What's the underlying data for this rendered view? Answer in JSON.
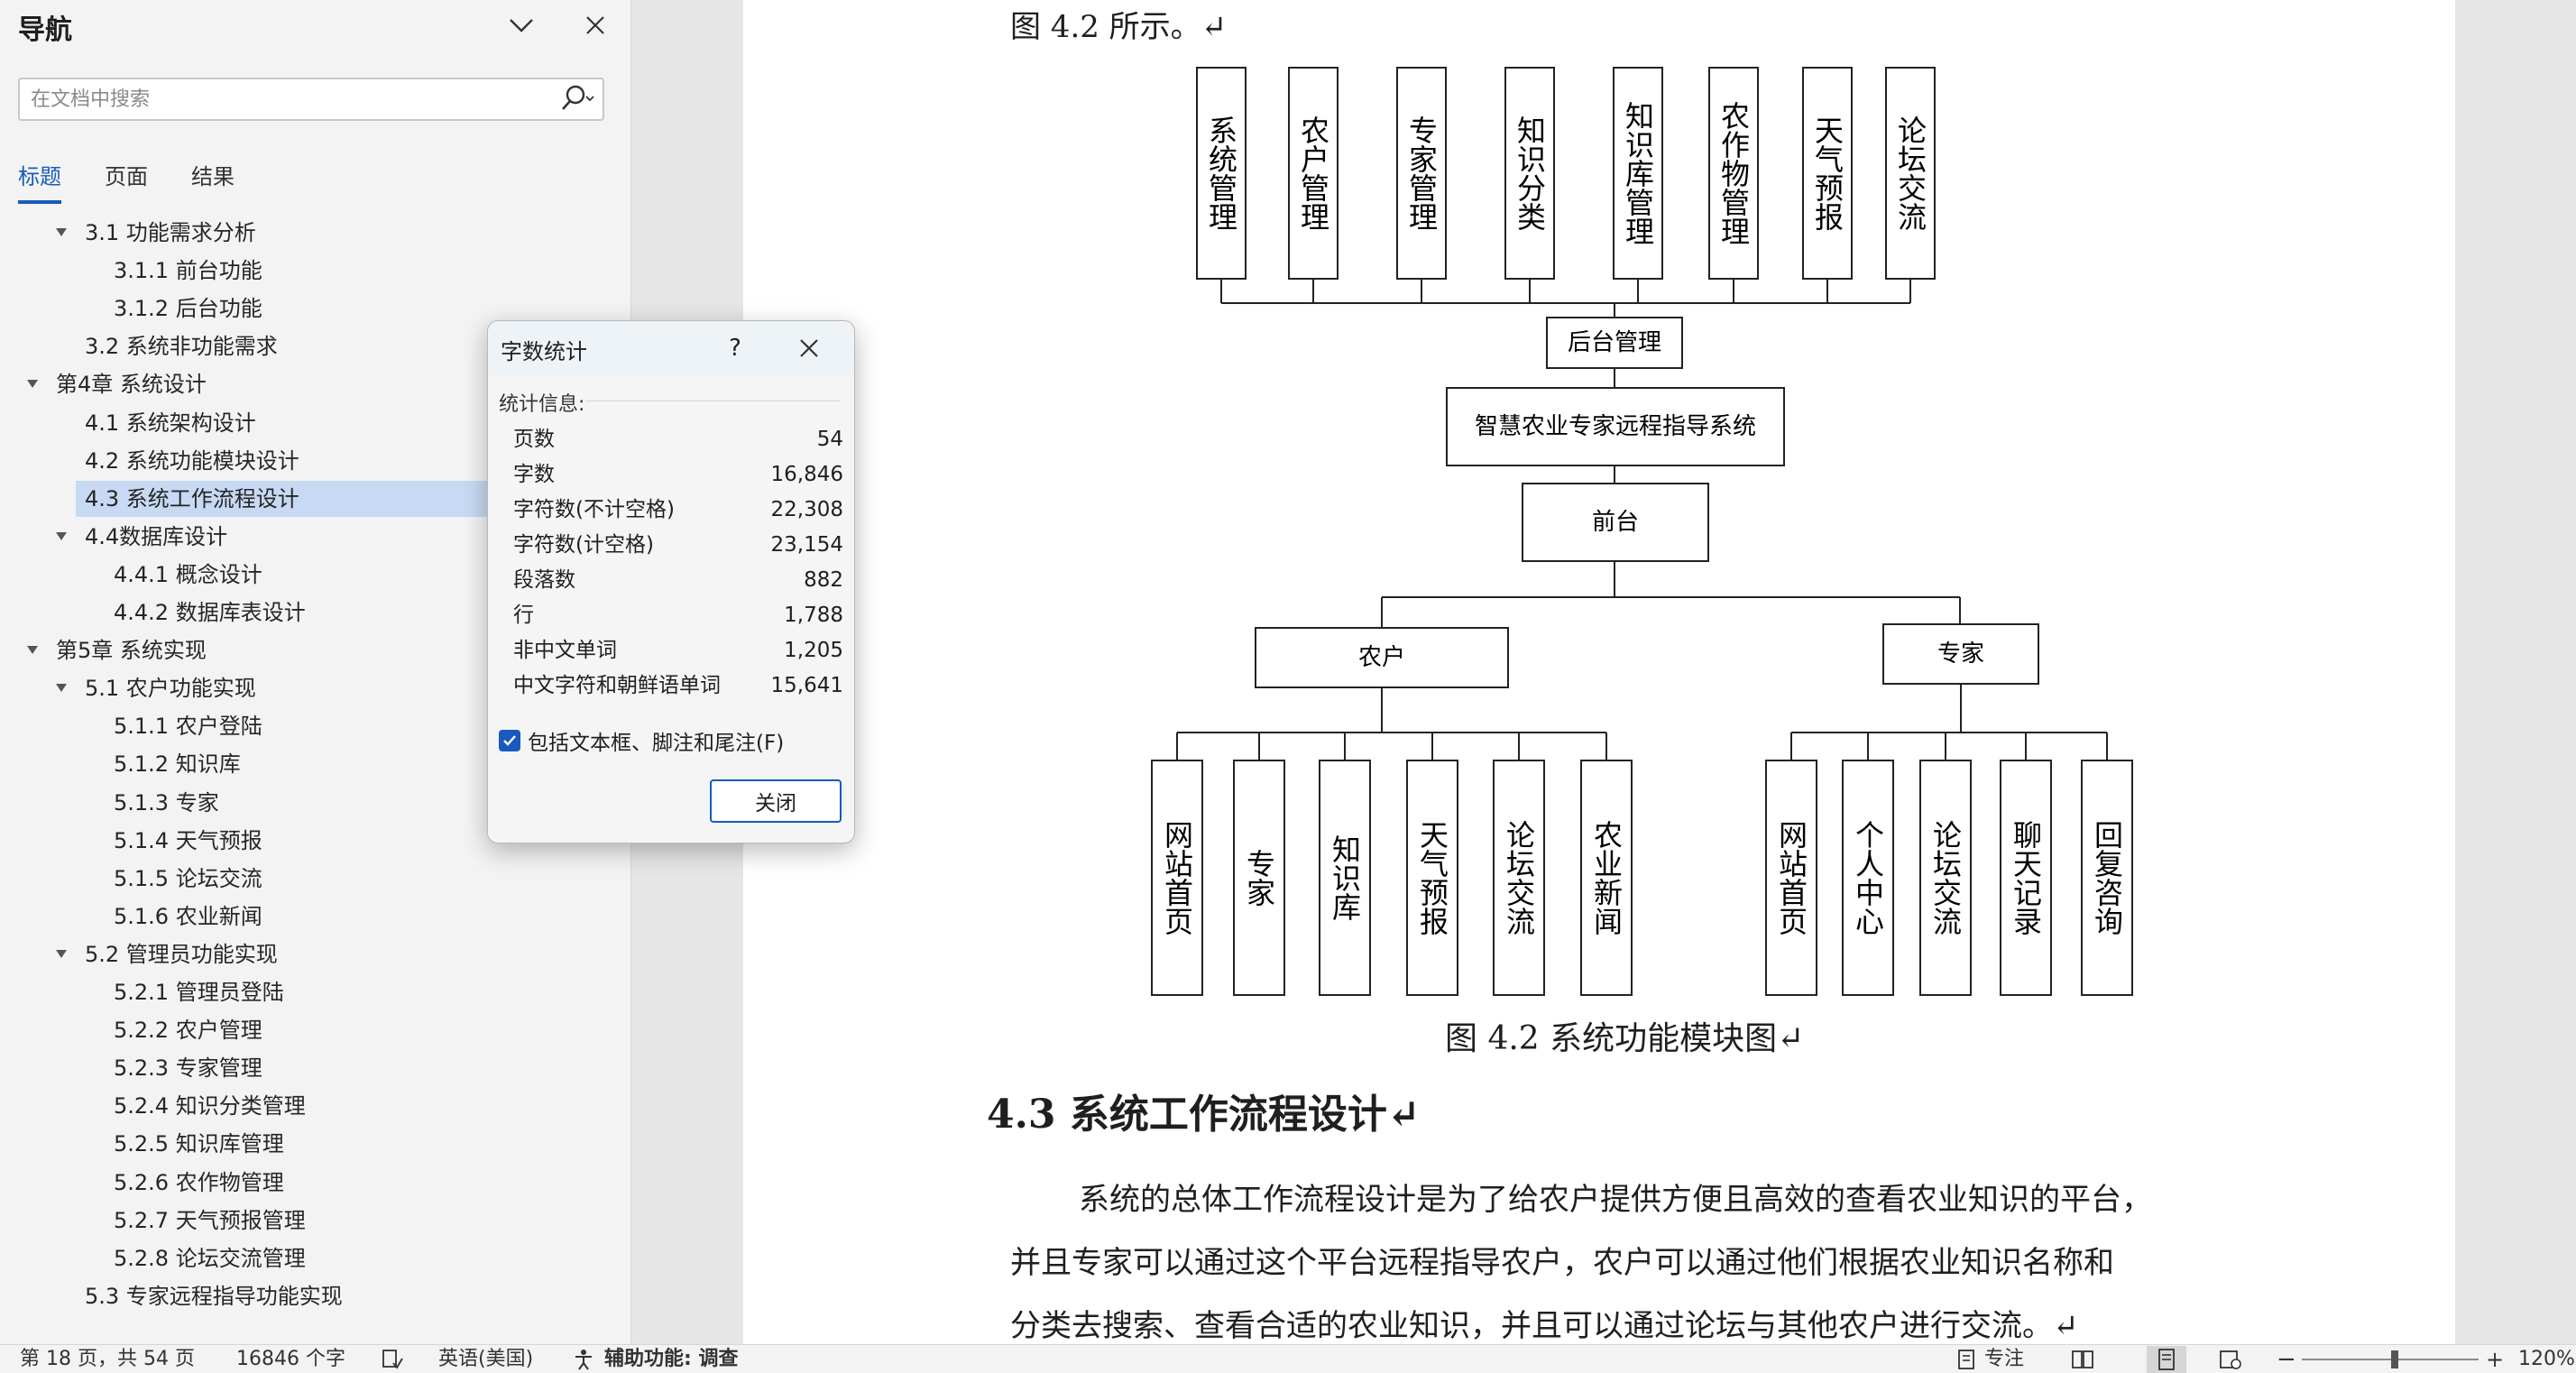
{
  "nav": {
    "title": "导航",
    "search_placeholder": "在文档中搜索",
    "tabs": [
      "标题",
      "页面",
      "结果"
    ],
    "items": [
      {
        "label": "3.1 功能需求分析"
      },
      {
        "label": "3.1.1 前台功能"
      },
      {
        "label": "3.1.2 后台功能"
      },
      {
        "label": "3.2 系统非功能需求"
      },
      {
        "label": "第4章 系统设计"
      },
      {
        "label": "4.1 系统架构设计"
      },
      {
        "label": "4.2 系统功能模块设计"
      },
      {
        "label": "4.3 系统工作流程设计"
      },
      {
        "label": "4.4数据库设计"
      },
      {
        "label": "4.4.1 概念设计"
      },
      {
        "label": "4.4.2 数据库表设计"
      },
      {
        "label": "第5章 系统实现"
      },
      {
        "label": "5.1 农户功能实现"
      },
      {
        "label": "5.1.1 农户登陆"
      },
      {
        "label": "5.1.2 知识库"
      },
      {
        "label": "5.1.3 专家"
      },
      {
        "label": "5.1.4 天气预报"
      },
      {
        "label": "5.1.5 论坛交流"
      },
      {
        "label": "5.1.6 农业新闻"
      },
      {
        "label": "5.2 管理员功能实现"
      },
      {
        "label": "5.2.1 管理员登陆"
      },
      {
        "label": "5.2.2 农户管理"
      },
      {
        "label": "5.2.3 专家管理"
      },
      {
        "label": "5.2.4 知识分类管理"
      },
      {
        "label": "5.2.5 知识库管理"
      },
      {
        "label": "5.2.6 农作物管理"
      },
      {
        "label": "5.2.7 天气预报管理"
      },
      {
        "label": "5.2.8 论坛交流管理"
      },
      {
        "label": "5.3 专家远程指导功能实现"
      }
    ]
  },
  "document": {
    "top_line": "图 4.2 所示。↵",
    "chart": {
      "admin_modules": [
        "系统管理",
        "农户管理",
        "专家管理",
        "知识分类",
        "知识库管理",
        "农作物管理",
        "天气预报",
        "论坛交流"
      ],
      "admin_node": "后台管理",
      "root_node": "智慧农业专家远程指导系统",
      "front_node": "前台",
      "farmer_node": "农户",
      "expert_node": "专家",
      "farmer_modules": [
        "网站首页",
        "专家",
        "知识库",
        "天气预报",
        "论坛交流",
        "农业新闻"
      ],
      "expert_modules": [
        "网站首页",
        "个人中心",
        "论坛交流",
        "聊天记录",
        "回复咨询"
      ]
    },
    "caption": "图 4.2 系统功能模块图↵",
    "heading": "4.3 系统工作流程设计↵",
    "paragraph": [
      "系统的总体工作流程设计是为了给农户提供方便且高效的查看农业知识的平台，",
      "并且专家可以通过这个平台远程指导农户，农户可以通过他们根据农业知识名称和",
      "分类去搜索、查看合适的农业知识，并且可以通过论坛与其他农户进行交流。↵"
    ]
  },
  "dialog": {
    "title": "字数统计",
    "help": "?",
    "section": "统计信息:",
    "stats": [
      {
        "label": "页数",
        "value": "54"
      },
      {
        "label": "字数",
        "value": "16,846"
      },
      {
        "label": "字符数(不计空格)",
        "value": "22,308"
      },
      {
        "label": "字符数(计空格)",
        "value": "23,154"
      },
      {
        "label": "段落数",
        "value": "882"
      },
      {
        "label": "行",
        "value": "1,788"
      },
      {
        "label": "非中文单词",
        "value": "1,205"
      },
      {
        "label": "中文字符和朝鲜语单词",
        "value": "15,641"
      }
    ],
    "checkbox_label": "包括文本框、脚注和尾注(F)",
    "checkbox_checked": true,
    "close_label": "关闭"
  },
  "status": {
    "page": "第 18 页，共 54 页",
    "words": "16846 个字",
    "language": "英语(美国)",
    "accessibility": "辅助功能: 调查",
    "focus": "专注",
    "zoom": "120%"
  },
  "colors": {
    "accent": "#185abd",
    "selected_row": "#c7d9f3",
    "canvas": "#e6e6e6"
  }
}
